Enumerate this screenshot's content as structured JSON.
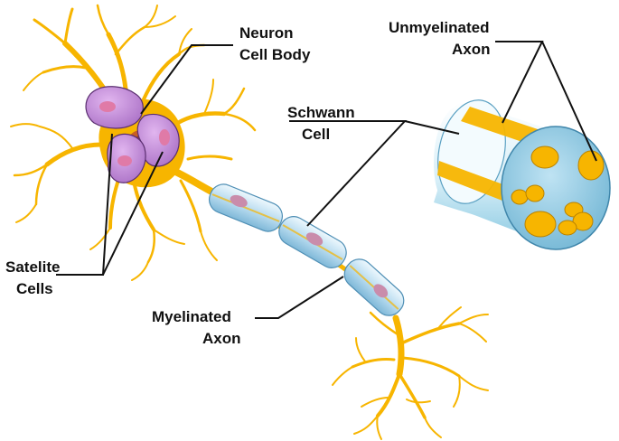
{
  "labels": {
    "neuron_cell_body": [
      "Neuron",
      "Cell Body"
    ],
    "schwann_cell": [
      "Schwann",
      "Cell"
    ],
    "unmyelinated_axon": [
      "Unmyelinated",
      "Axon"
    ],
    "satelite_cells": [
      "Satelite",
      "Cells"
    ],
    "myelinated_axon": [
      "Myelinated",
      "Axon"
    ]
  },
  "colors": {
    "axon": "#f7b500",
    "satellite_cell": "#c48fd8",
    "satellite_nucleus": "#e07aa7",
    "nucleus_core": "#c0502a",
    "schwann_sheath": "#b7d9ee",
    "schwann_nucleus": "#c98cab",
    "cylinder_light": "#e6f5fb",
    "cylinder_dark": "#7fc0db",
    "leader_line": "#111111"
  },
  "icons": {
    "neuron": "neuron-diagram",
    "nerve_cross_section": "nerve-cylinder"
  }
}
